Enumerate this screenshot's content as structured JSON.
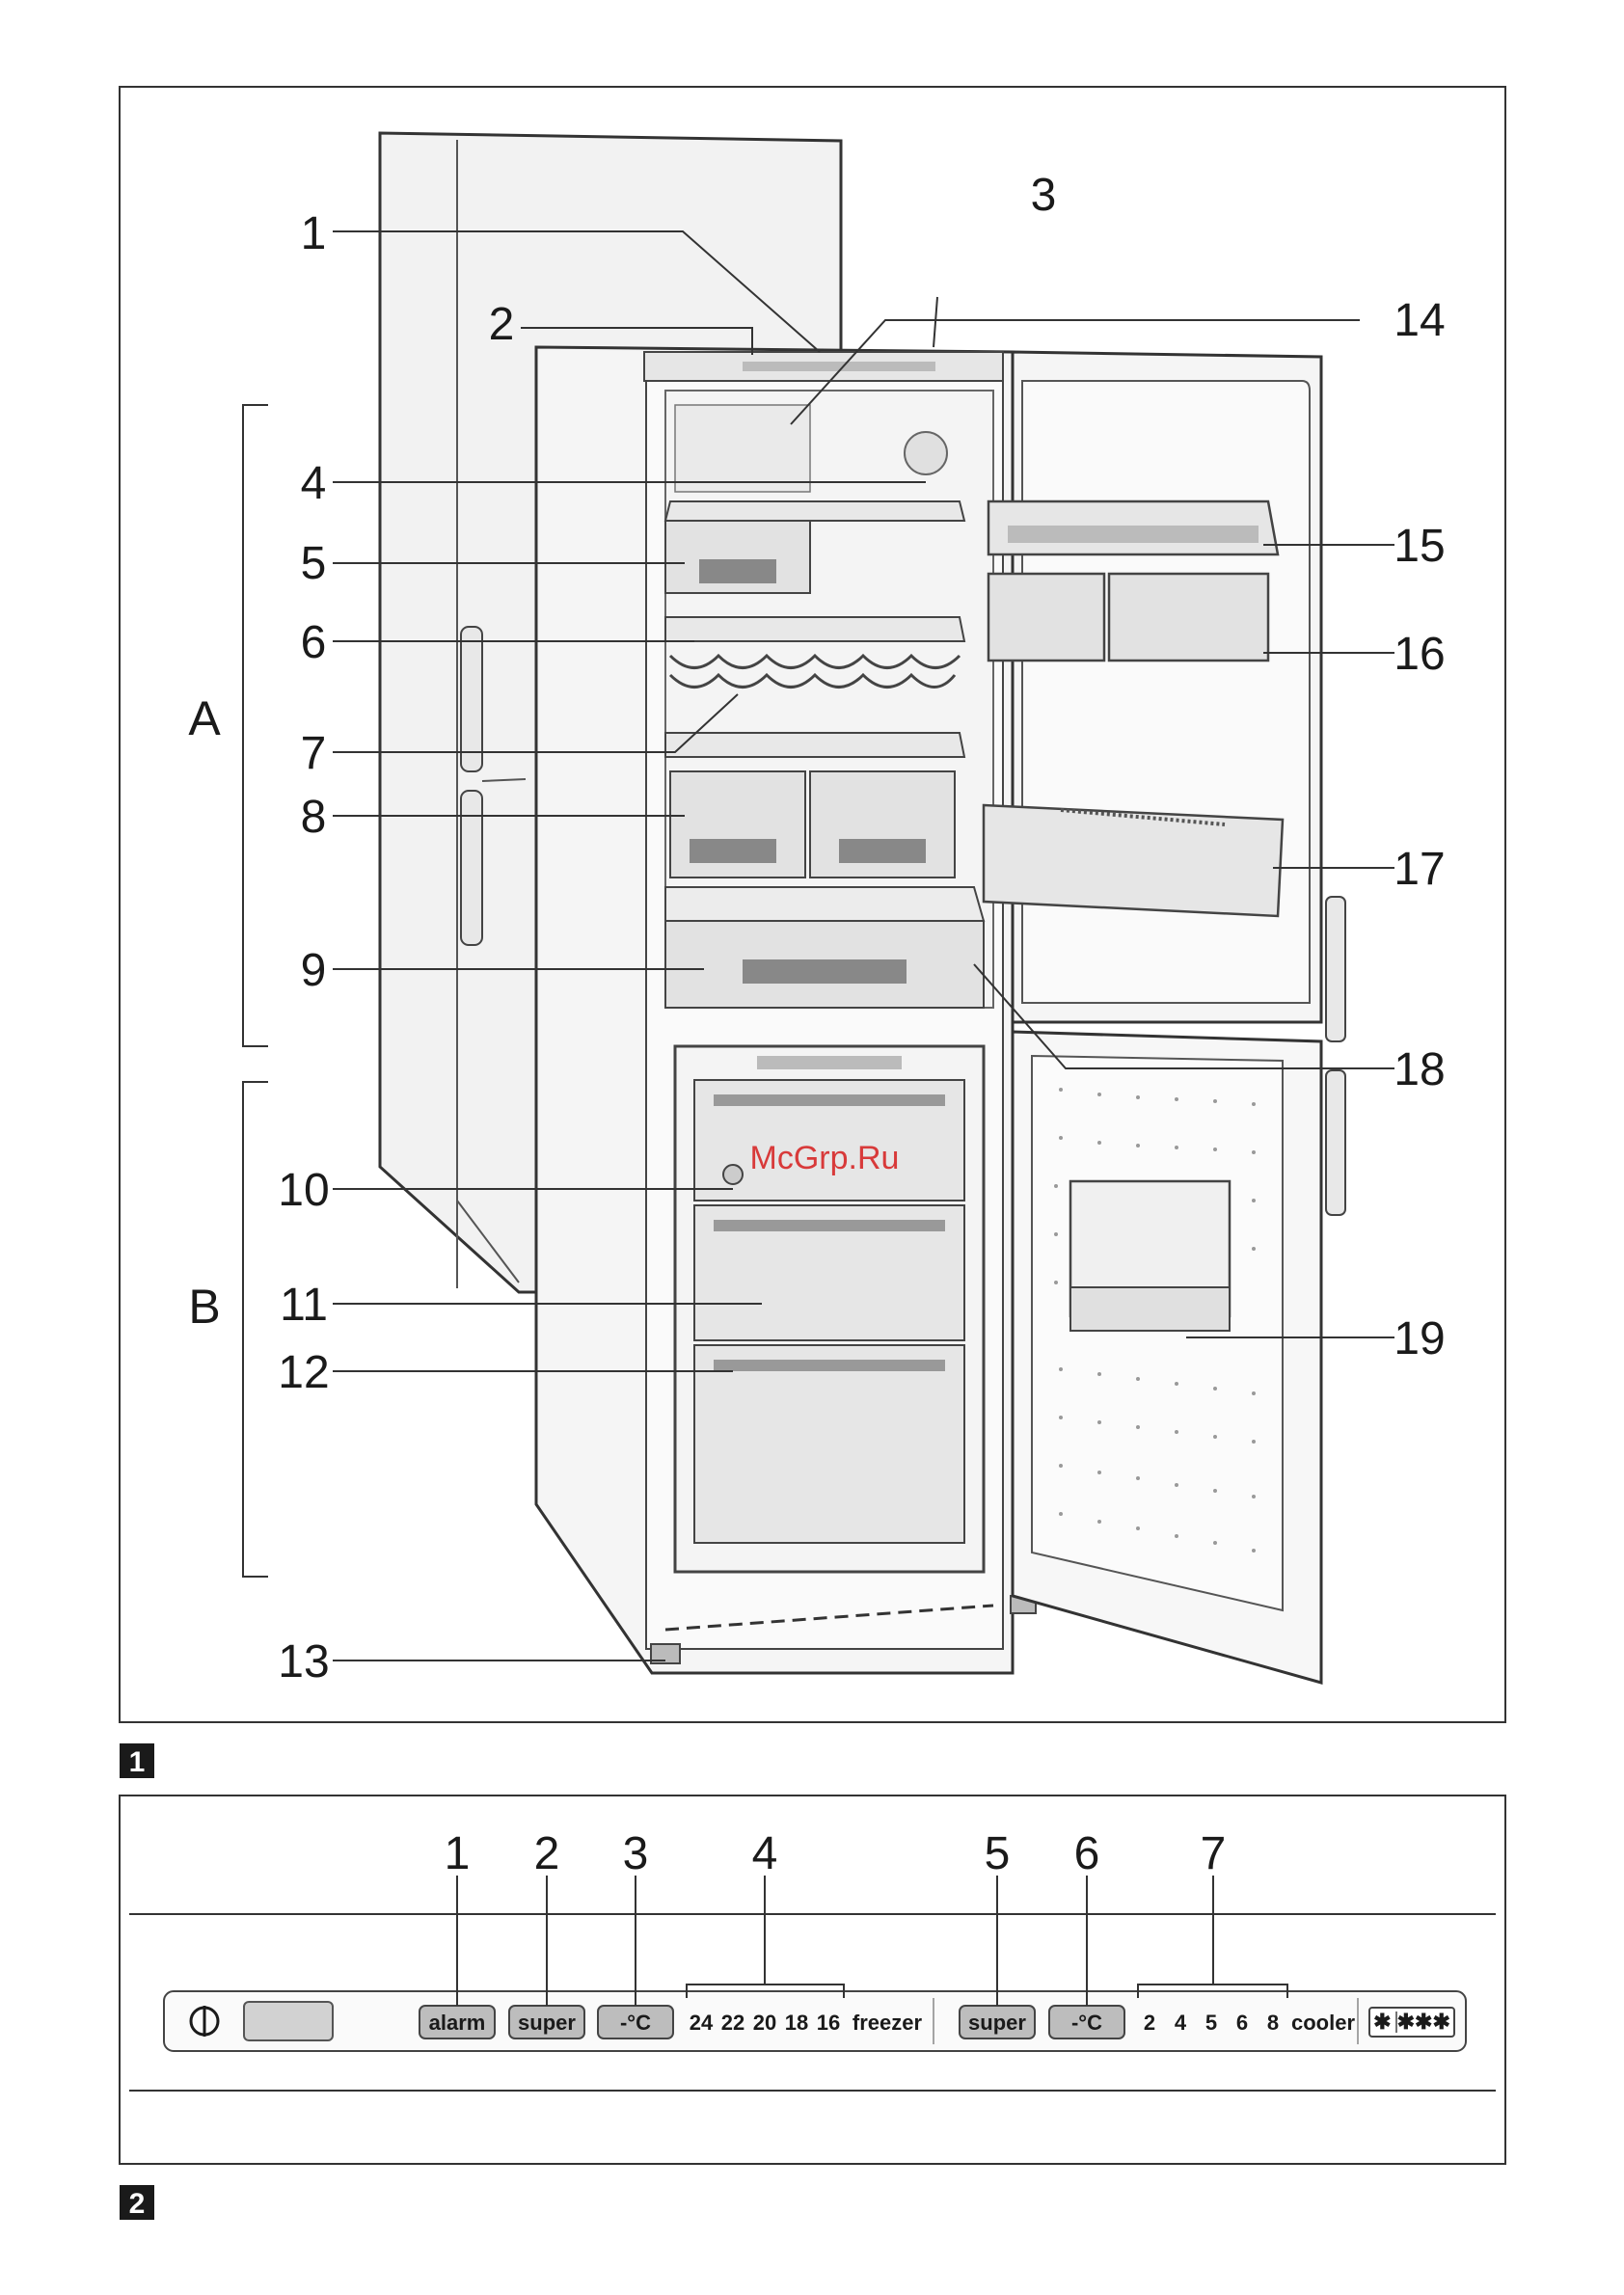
{
  "watermark": "McGrp.Ru",
  "figure1": {
    "number": "1",
    "section_labels": {
      "a": "A",
      "b": "B"
    },
    "callouts_left": [
      "1",
      "2",
      "4",
      "5",
      "6",
      "7",
      "8",
      "9",
      "10",
      "11",
      "12",
      "13"
    ],
    "callouts_right": [
      "3",
      "14",
      "15",
      "16",
      "17",
      "18",
      "19"
    ]
  },
  "figure2": {
    "number": "2",
    "callouts": [
      "1",
      "2",
      "3",
      "4",
      "5",
      "6",
      "7"
    ],
    "panel": {
      "alarm_label": "alarm",
      "super_freezer_label": "super",
      "temp_freezer_label": "-°C",
      "freezer_scale": [
        "24",
        "22",
        "20",
        "18",
        "16"
      ],
      "freezer_label": "freezer",
      "super_cooler_label": "super",
      "temp_cooler_label": "-°C",
      "cooler_scale": [
        "2",
        "4",
        "5",
        "6",
        "8"
      ],
      "cooler_label": "cooler",
      "star_rating": "✱ ✱✱✱"
    }
  },
  "icons": [
    "power-icon",
    "display-icon",
    "star-rating-icon"
  ]
}
